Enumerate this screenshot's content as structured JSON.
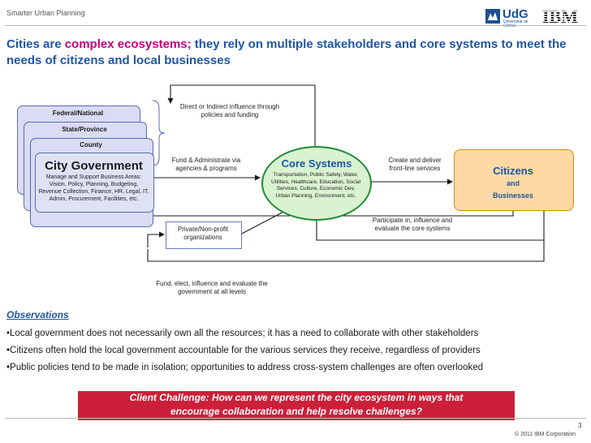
{
  "header": {
    "label": "Smarter Urban Planning",
    "udg_name": "UdG",
    "udg_sub": "Universitat de Girona",
    "ibm": "IBM"
  },
  "headline": {
    "part1": "Cities are ",
    "part2": "complex ecosystems;",
    "part3": " they rely on multiple stakeholders and core systems to meet the needs of citizens and local businesses"
  },
  "diagram": {
    "federal": "Federal/National",
    "state": "State/Province",
    "county": "County",
    "city_title": "City Government",
    "city_desc": "Manage and Support Business Areas: Vision, Policy, Planning, Budgeting, Revenue Collection, Finance, HR, Legal, IT, Admin, Procurement, Facilities, etc.",
    "influence": "Direct or Indirect influence through policies and funding",
    "fund_admin": "Fund & Administrate via agencies & programs",
    "core_title": "Core Systems",
    "core_desc": "Transportation, Public Safety, Water, Utilities, Healthcare, Education, Social Services, Culture, Economic Dev, Urban Planning, Environment, etc.",
    "create_deliver": "Create and deliver front-line services",
    "citizens_title": "Citizens",
    "citizens_and": "and",
    "citizens_sub": "Businesses",
    "participate": "Participate in, influence and evaluate the core systems",
    "private": "Private/Non-profit organizations",
    "fund_elect": "Fund, elect, influence and evaluate the government at all levels"
  },
  "observations": {
    "title": "Observations",
    "bullets": [
      "•Local government does not necessarily own all the resources; it has a need to collaborate with other stakeholders",
      "•Citizens often hold the local government accountable for the various services they receive, regardless of providers",
      "•Public policies tend to be made in isolation; opportunities to address cross-system challenges are often overlooked"
    ]
  },
  "challenge": {
    "line1": "Client Challenge: How can we represent the city ecosystem in ways that",
    "line2": "encourage collaboration and help resolve challenges?"
  },
  "footer": {
    "page": "3",
    "copyright": "© 2011 IBM Corporation"
  },
  "colors": {
    "headline_blue": "#1f55a5",
    "emphasis_magenta": "#c0007a",
    "core_green": "#1f8a36",
    "citizens_orange": "#fcd9a3",
    "challenge_red": "#cc1f3a"
  }
}
